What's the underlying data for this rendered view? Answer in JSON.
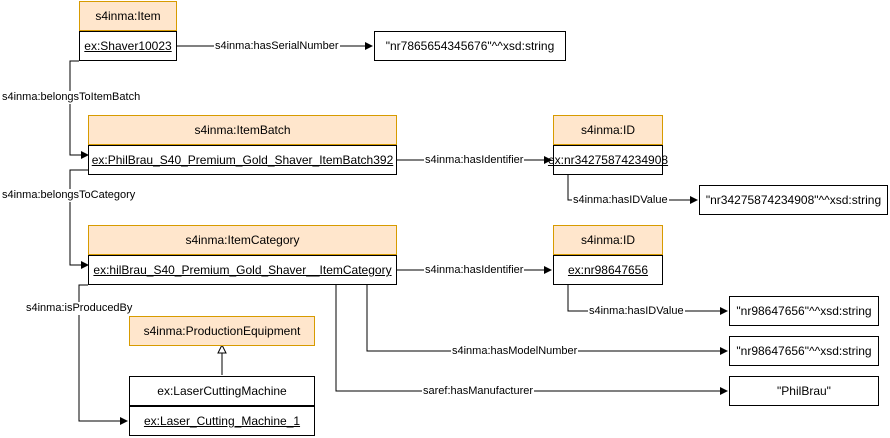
{
  "nodes": {
    "item": {
      "class": "s4inma:Item",
      "instance": "ex:Shaver10023"
    },
    "batch": {
      "class": "s4inma:ItemBatch",
      "instance": "ex:PhilBrau_S40_Premium_Gold_Shaver_ItemBatch392"
    },
    "category": {
      "class": "s4inma:ItemCategory",
      "instance": "ex:hilBrau_S40_Premium_Gold_Shaver__ItemCategory"
    },
    "id1": {
      "class": "s4inma:ID",
      "instance": "ex:nr34275874234908"
    },
    "id2": {
      "class": "s4inma:ID",
      "instance": "ex:nr98647656"
    },
    "equipment": {
      "class": "s4inma:ProductionEquipment"
    },
    "machine": {
      "class": "ex:LaserCuttingMachine",
      "instance": "ex:Laser_Cutting_Machine_1"
    }
  },
  "literals": {
    "serial": "\"nr7865654345676\"^^xsd:string",
    "idvalue1": "\"nr34275874234908\"^^xsd:string",
    "idvalue2": "\"nr98647656\"^^xsd:string",
    "model": "\"nr98647656\"^^xsd:string",
    "manufacturer": "\"PhilBrau\""
  },
  "edges": {
    "hasSerialNumber": "s4inma:hasSerialNumber",
    "belongsToItemBatch": "s4inma:belongsToItemBatch",
    "hasIdentifier1": "s4inma:hasIdentifier",
    "hasIDValue1": "s4inma:hasIDValue",
    "belongsToCategory": "s4inma:belongsToCategory",
    "hasIdentifier2": "s4inma:hasIdentifier",
    "hasIDValue2": "s4inma:hasIDValue",
    "isProducedBy": "s4inma:isProducedBy",
    "hasModelNumber": "s4inma:hasModelNumber",
    "hasManufacturer": "saref:hasManufacturer"
  }
}
